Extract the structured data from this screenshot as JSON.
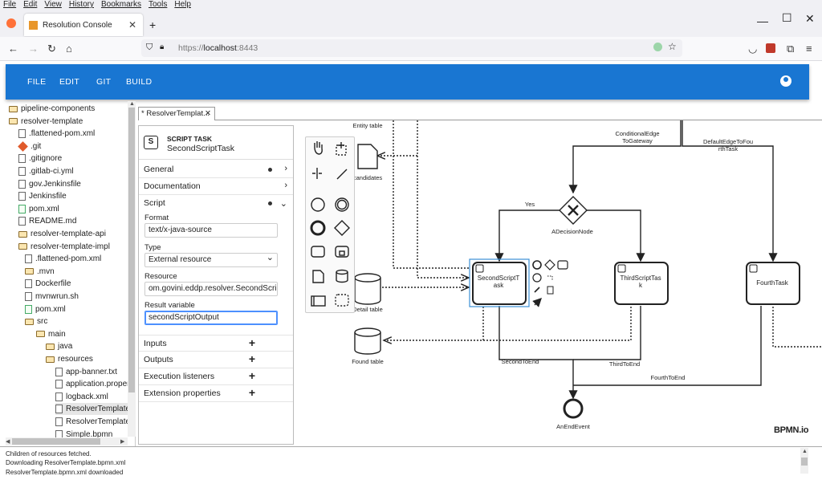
{
  "browser": {
    "menu": [
      "File",
      "Edit",
      "View",
      "History",
      "Bookmarks",
      "Tools",
      "Help"
    ],
    "tab_title": "Resolution Console",
    "url_prefix": "https://",
    "url_host": "localhost",
    "url_port": ":8443"
  },
  "appbar": {
    "menu": [
      "FILE",
      "EDIT",
      "GIT",
      "BUILD"
    ],
    "accent": "#1976d2"
  },
  "tree": [
    {
      "label": "pipeline-components",
      "icon": "folder-icon",
      "depth": 0
    },
    {
      "label": "resolver-template",
      "icon": "folder-open-icon",
      "depth": 0
    },
    {
      "label": ".flattened-pom.xml",
      "icon": "file-icon",
      "depth": 1
    },
    {
      "label": ".git",
      "icon": "git-icon",
      "depth": 1
    },
    {
      "label": ".gitignore",
      "icon": "file-icon",
      "depth": 1
    },
    {
      "label": ".gitlab-ci.yml",
      "icon": "file-icon",
      "depth": 1
    },
    {
      "label": "gov.Jenkinsfile",
      "icon": "file-icon",
      "depth": 1
    },
    {
      "label": "Jenkinsfile",
      "icon": "file-icon",
      "depth": 1
    },
    {
      "label": "pom.xml",
      "icon": "xml-icon",
      "depth": 1
    },
    {
      "label": "README.md",
      "icon": "file-icon",
      "depth": 1
    },
    {
      "label": "resolver-template-api",
      "icon": "folder-icon",
      "depth": 1
    },
    {
      "label": "resolver-template-impl",
      "icon": "folder-open-icon",
      "depth": 1
    },
    {
      "label": ".flattened-pom.xml",
      "icon": "file-icon",
      "depth": 2
    },
    {
      "label": ".mvn",
      "icon": "folder-icon",
      "depth": 2
    },
    {
      "label": "Dockerfile",
      "icon": "file-icon",
      "depth": 2
    },
    {
      "label": "mvnwrun.sh",
      "icon": "file-icon",
      "depth": 2
    },
    {
      "label": "pom.xml",
      "icon": "xml-icon",
      "depth": 2
    },
    {
      "label": "src",
      "icon": "folder-open-icon",
      "depth": 2
    },
    {
      "label": "main",
      "icon": "folder-open-icon",
      "depth": 3
    },
    {
      "label": "java",
      "icon": "folder-icon",
      "depth": 4
    },
    {
      "label": "resources",
      "icon": "folder-open-icon",
      "depth": 4
    },
    {
      "label": "app-banner.txt",
      "icon": "file-icon",
      "depth": 5
    },
    {
      "label": "application.proper",
      "icon": "file-icon",
      "depth": 5
    },
    {
      "label": "logback.xml",
      "icon": "file-icon",
      "depth": 5
    },
    {
      "label": "ResolverTemplate.",
      "icon": "file-icon",
      "depth": 5,
      "selected": true
    },
    {
      "label": "ResolverTemplate",
      "icon": "file-icon",
      "depth": 5
    },
    {
      "label": "Simple.bpmn",
      "icon": "file-icon",
      "depth": 5
    }
  ],
  "editor_tab": "* ResolverTemplat...",
  "props": {
    "type_label": "SCRIPT TASK",
    "element_name": "SecondScriptTask",
    "groups_top": [
      "General",
      "Documentation",
      "Script"
    ],
    "format_label": "Format",
    "format_value": "text/x-java-source",
    "type_field_label": "Type",
    "type_value": "External resource",
    "resource_label": "Resource",
    "resource_value": "om.govini.eddp.resolver.SecondScript",
    "result_label": "Result variable",
    "result_value": "secondScriptOutput",
    "groups_bottom": [
      "Inputs",
      "Outputs",
      "Execution listeners",
      "Extension properties"
    ]
  },
  "diagram": {
    "labels": {
      "entity_table": "Entity table",
      "candidates": "candidates",
      "detail_table": "Detail table",
      "found_table": "Found table",
      "conditional_edge": "ConditionalEdge\nToGateway",
      "default_edge": "DefaultEdgeToFou\nrthTask",
      "yes": "Yes",
      "decision": "ADecisionNode",
      "second_task": "SecondScriptT\nask",
      "third_task": "ThirdScriptTas\nk",
      "fourth_task": "FourthTask",
      "second_to_end": "SecondToEnd",
      "third_to_end": "ThirdToEnd",
      "fourth_to_end": "FourthToEnd",
      "end_event": "AnEndEvent"
    },
    "logo": "BPMN.io"
  },
  "log": [
    "Children of resources fetched.",
    "Downloading ResolverTemplate.bpmn.xml",
    "ResolverTemplate.bpmn.xml downloaded"
  ]
}
